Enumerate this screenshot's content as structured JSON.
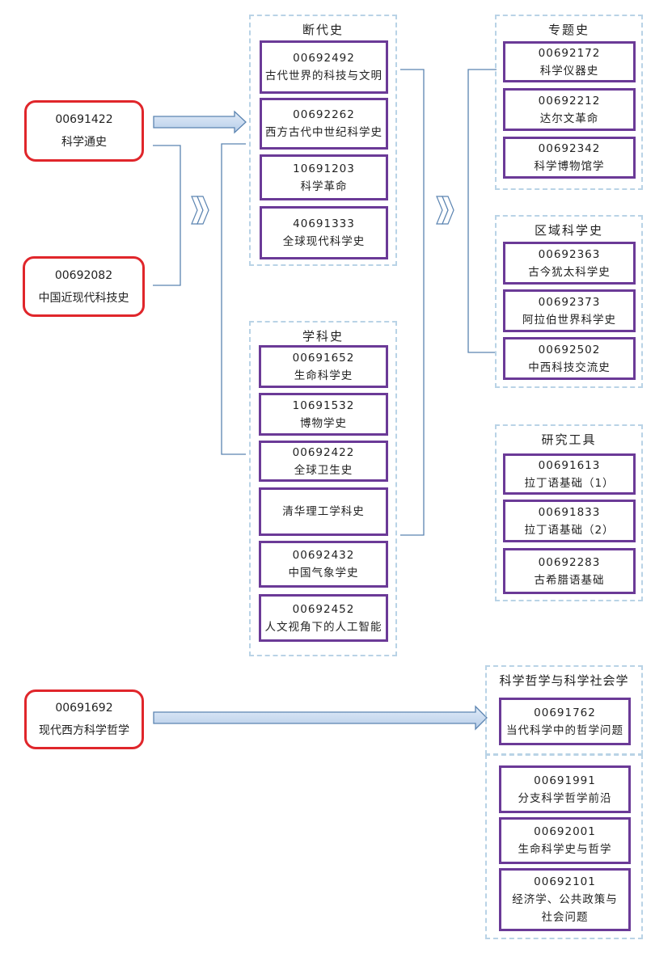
{
  "sources": [
    {
      "code": "00691422",
      "name": "科学通史"
    },
    {
      "code": "00692082",
      "name": "中国近现代科技史"
    },
    {
      "code": "00691692",
      "name": "现代西方科学哲学"
    }
  ],
  "groups": {
    "duandai": {
      "title": "断代史",
      "courses": [
        {
          "code": "00692492",
          "name": "古代世界的科技与文明"
        },
        {
          "code": "00692262",
          "name": "西方古代中世纪科学史"
        },
        {
          "code": "10691203",
          "name": "科学革命"
        },
        {
          "code": "40691333",
          "name": "全球现代科学史"
        }
      ]
    },
    "xueke": {
      "title": "学科史",
      "courses": [
        {
          "code": "00691652",
          "name": "生命科学史"
        },
        {
          "code": "10691532",
          "name": "博物学史"
        },
        {
          "code": "00692422",
          "name": "全球卫生史"
        },
        {
          "code": "",
          "name": "清华理工学科史"
        },
        {
          "code": "00692432",
          "name": "中国气象学史"
        },
        {
          "code": "00692452",
          "name": "人文视角下的人工智能"
        }
      ]
    },
    "zhuanti": {
      "title": "专题史",
      "courses": [
        {
          "code": "00692172",
          "name": "科学仪器史"
        },
        {
          "code": "00692212",
          "name": "达尔文革命"
        },
        {
          "code": "00692342",
          "name": "科学博物馆学"
        }
      ]
    },
    "quyu": {
      "title": "区域科学史",
      "courses": [
        {
          "code": "00692363",
          "name": "古今犹太科学史"
        },
        {
          "code": "00692373",
          "name": "阿拉伯世界科学史"
        },
        {
          "code": "00692502",
          "name": "中西科技交流史"
        }
      ]
    },
    "yanjiu": {
      "title": "研究工具",
      "courses": [
        {
          "code": "00691613",
          "name": "拉丁语基础（1）"
        },
        {
          "code": "00691833",
          "name": "拉丁语基础（2）"
        },
        {
          "code": "00692283",
          "name": "古希腊语基础"
        }
      ]
    },
    "zhexue": {
      "title": "科学哲学与科学社会学",
      "courses": [
        {
          "code": "00691762",
          "name": "当代科学中的哲学问题"
        },
        {
          "code": "00691991",
          "name": "分支科学哲学前沿"
        },
        {
          "code": "00692001",
          "name": "生命科学史与哲学"
        },
        {
          "code": "00692101",
          "name": "经济学、公共政策与社会问题"
        }
      ]
    }
  },
  "colors": {
    "source_border": "#e0262b",
    "course_border": "#6b3a97",
    "group_border": "#b9d3e6",
    "connector": "#5b84b1",
    "arrow_fill": "#c7daf1"
  }
}
